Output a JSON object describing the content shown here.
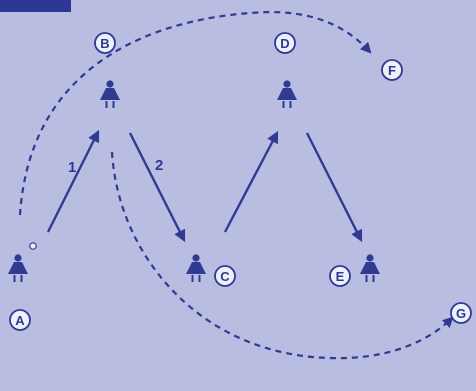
{
  "colors": {
    "background": "#b9bde2",
    "ink": "#2f3a93",
    "corner_block": "#2d3694",
    "circle_fill": "#eef0fb"
  },
  "nodes": [
    {
      "id": "A",
      "label": "A"
    },
    {
      "id": "B",
      "label": "B"
    },
    {
      "id": "C",
      "label": "C"
    },
    {
      "id": "D",
      "label": "D"
    },
    {
      "id": "E",
      "label": "E"
    },
    {
      "id": "F",
      "label": "F"
    },
    {
      "id": "G",
      "label": "G"
    }
  ],
  "pass_labels": [
    "1",
    "2"
  ],
  "icons": [
    "player-icon",
    "ball-icon"
  ]
}
